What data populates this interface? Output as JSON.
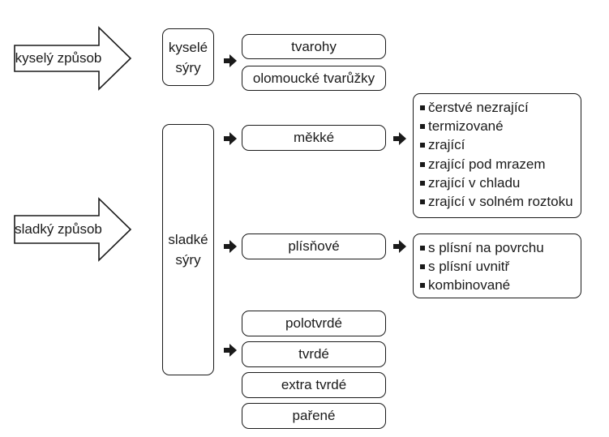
{
  "methods": {
    "acid": "kyselý způsob",
    "sweet": "sladký způsob"
  },
  "groups": {
    "acid_cheeses": [
      "kyselé",
      "sýry"
    ],
    "sweet_cheeses": [
      "sladké",
      "sýry"
    ]
  },
  "acid_types": [
    "tvarohy",
    "olomoucké tvarůžky"
  ],
  "sweet_types": {
    "soft": "měkké",
    "mold": "plísňové",
    "semi_hard": "polotvrdé",
    "hard": "tvrdé",
    "extra_hard": "extra tvrdé",
    "steamed": "pařené"
  },
  "soft_subtypes": [
    "čerstvé nezrající",
    "termizované",
    "zrající",
    "zrající pod mrazem",
    "zrající v chladu",
    "zrající v solném roztoku"
  ],
  "mold_subtypes": [
    "s plísní na povrchu",
    "s plísní uvnitř",
    "kombinované"
  ],
  "colors": {
    "stroke": "#1a1a1a",
    "background": "#ffffff"
  }
}
